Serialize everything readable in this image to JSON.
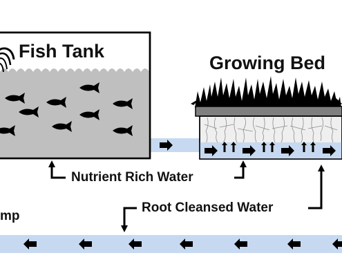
{
  "fish_tank": {
    "label": "Fish Tank"
  },
  "growing_bed": {
    "label": "Growing Bed"
  },
  "nutrient_rich_water": {
    "label": "Nutrient Rich Water"
  },
  "root_cleansed_water": {
    "label": "Root Cleansed Water"
  },
  "pump": {
    "label": "mp"
  },
  "colors": {
    "water": "#c6d9f0",
    "tank_water": "#bfbfbf",
    "bed_tray": "#7f7f7f",
    "bed_substrate": "#efefef",
    "ink": "#000000"
  },
  "icons": [
    "fish-icon",
    "plant-icon",
    "root-icon",
    "flow-arrow-icon",
    "water-pour-icon"
  ]
}
